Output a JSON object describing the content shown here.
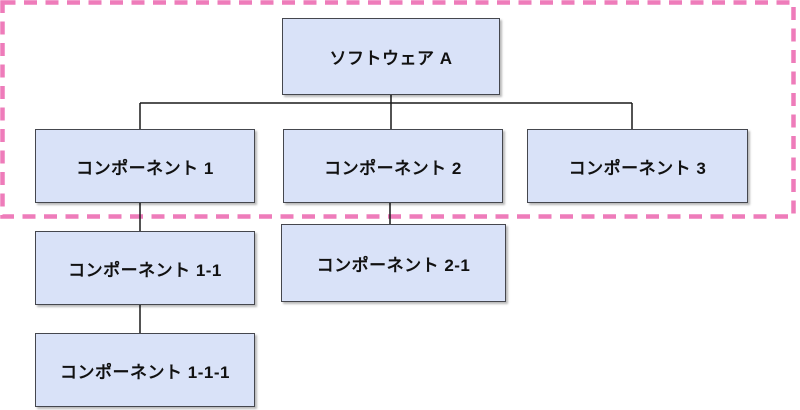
{
  "diagram": {
    "type": "tree",
    "nodes": [
      {
        "id": "software-a",
        "label": "ソフトウェア A",
        "level": 1,
        "parent": null
      },
      {
        "id": "component-1",
        "label": "コンポーネント 1",
        "level": 2,
        "parent": "software-a"
      },
      {
        "id": "component-2",
        "label": "コンポーネント 2",
        "level": 2,
        "parent": "software-a"
      },
      {
        "id": "component-3",
        "label": "コンポーネント 3",
        "level": 2,
        "parent": "software-a"
      },
      {
        "id": "component-1-1",
        "label": "コンポーネント 1-1",
        "level": 3,
        "parent": "component-1"
      },
      {
        "id": "component-2-1",
        "label": "コンポーネント 2-1",
        "level": 3,
        "parent": "component-2"
      },
      {
        "id": "component-1-1-1",
        "label": "コンポーネント 1-1-1",
        "level": 4,
        "parent": "component-1-1"
      }
    ],
    "highlight": {
      "style": "dashed-rectangle",
      "encloses": [
        "software-a",
        "component-1",
        "component-2",
        "component-3"
      ]
    }
  },
  "colors": {
    "background": "#ffffff",
    "node_fill": "#d9e2f8",
    "node_border": "#45474e",
    "connector": "#1a1a1a",
    "highlight_dashed": "#ee7cba",
    "text": "#111111"
  }
}
